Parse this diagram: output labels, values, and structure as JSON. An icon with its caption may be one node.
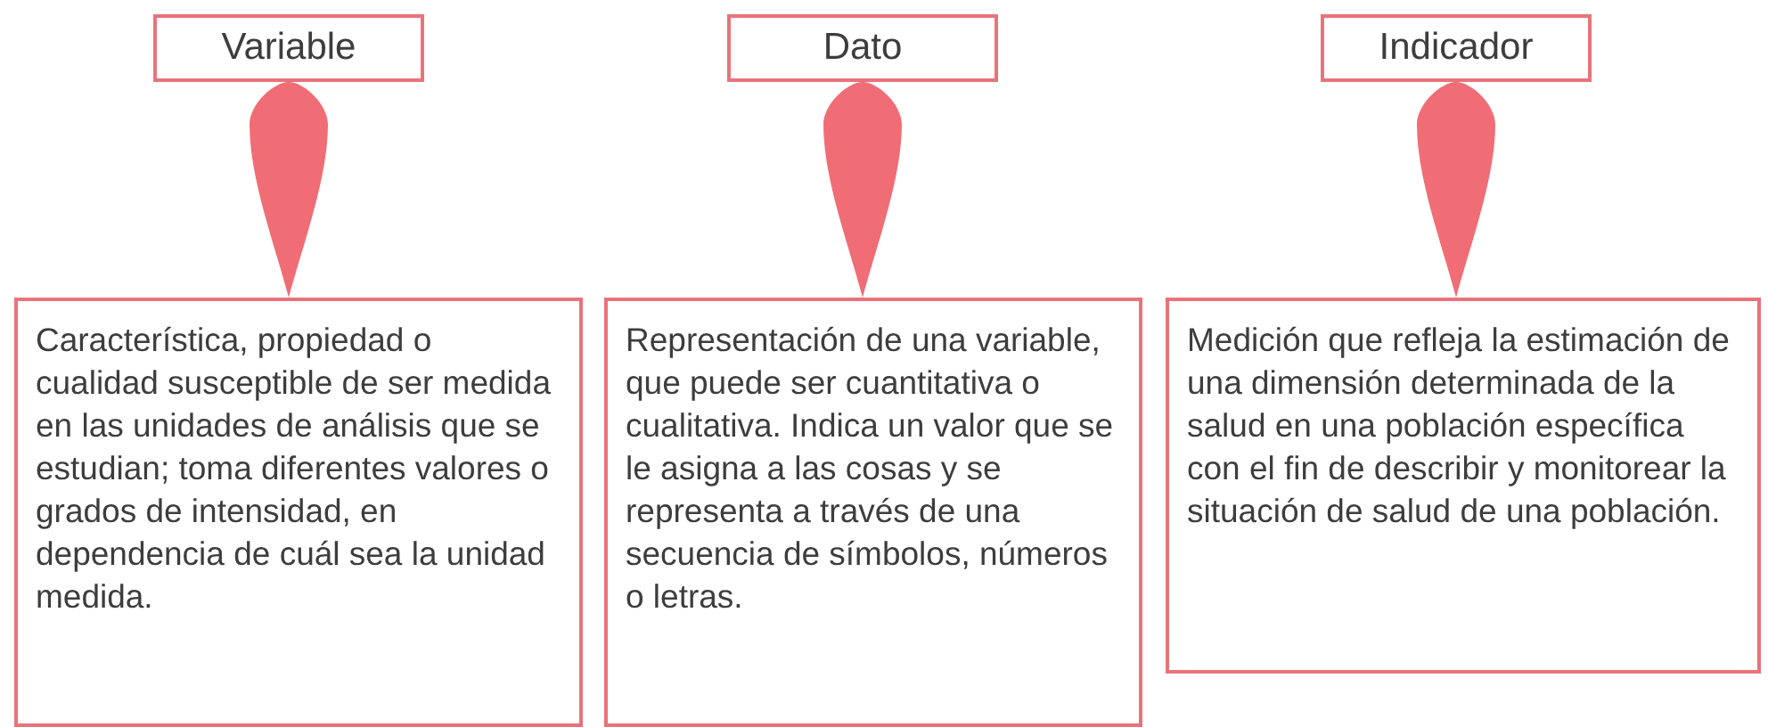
{
  "diagram": {
    "nodes": [
      {
        "text": [
          "Variable"
        ]
      },
      {
        "text": [
          "Dato"
        ]
      },
      {
        "text": [
          "Indicador"
        ]
      },
      {
        "text": [
          "Característica, propiedad o cualidad susceptible de ser medida en las unidades de análisis que se estudian; toma diferentes valores o grados de intensidad, en dependencia de cuál sea la unidad medida."
        ]
      },
      {
        "text": [
          "Representación de una variable, que puede ser cuantitativa o cualitativa. Indica un valor que se le asigna a las cosas y se representa a través de una secuencia de símbolos, números o letras."
        ]
      },
      {
        "text": [
          "Medición que refleja la estimación de una dimensión determinada de la salud en una población específica con el fin de describir y monitorear la situación de salud de una población."
        ]
      }
    ],
    "edges": [
      {
        "from": 0,
        "to": 3,
        "arrow": "to"
      },
      {
        "from": 1,
        "to": 4,
        "arrow": "to"
      },
      {
        "from": 2,
        "to": 5,
        "arrow": "to"
      }
    ]
  }
}
